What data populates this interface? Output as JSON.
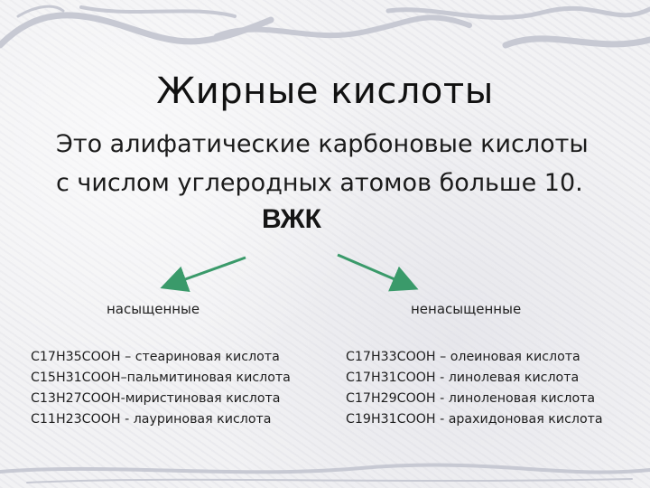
{
  "slide": {
    "title": "Жирные кислоты",
    "definition_line1": "Это алифатические карбоновые кислоты",
    "definition_line2": "с числом углеродных атомов больше 10.",
    "heading": "ВЖК",
    "arrow_color": "#3a9a6a",
    "left_category": "насыщенные",
    "right_category": "ненасыщенные",
    "saturated": [
      "C17H35COOH – стеариновая кислота",
      "C15H31COOH–пальмитиновая кислота",
      "C13H27COOH-миристиновая кислота",
      "C11H23COOH - лауриновая кислота"
    ],
    "unsaturated": [
      "C17H33COOH – олеиновая кислота",
      "C17H31COOH - линолевая кислота",
      "C17H29COOH - линоленовая кислота",
      "C19H31COOH - арахидоновая кислота"
    ]
  }
}
